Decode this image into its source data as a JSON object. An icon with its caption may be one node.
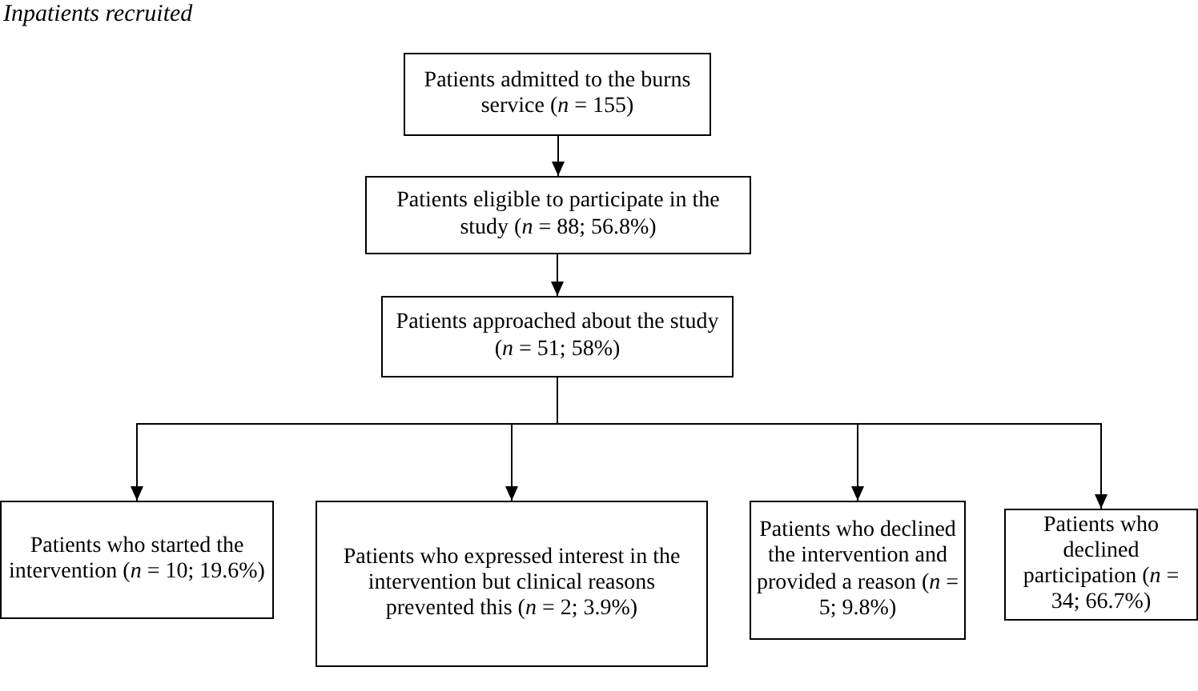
{
  "diagram": {
    "title": "Inpatients recruited",
    "nodes": [
      {
        "text": [
          "Patients admitted to the burns service (*n* = 155)"
        ]
      },
      {
        "text": [
          "Patients eligible to participate in the study (*n* = 88; 56.8%)"
        ]
      },
      {
        "text": [
          "Patients approached about the study (*n* = 51; 58%)"
        ]
      },
      {
        "text": [
          "Patients who started the intervention (*n* = 10; 19.6%)"
        ]
      },
      {
        "text": [
          "Patients who expressed interest in the intervention but clinical reasons prevented this (*n* = 2; 3.9%)"
        ]
      },
      {
        "text": [
          "Patients who declined the intervention and provided a reason (*n* = 5; 9.8%)"
        ]
      },
      {
        "text": [
          "Patients who declined participation (*n* = 34; 66.7%)"
        ]
      }
    ],
    "edges": [
      {
        "from": 0,
        "to": 1,
        "arrow": "to"
      },
      {
        "from": 1,
        "to": 2,
        "arrow": "to"
      },
      {
        "from": 2,
        "to": 3,
        "arrow": "to"
      },
      {
        "from": 2,
        "to": 4,
        "arrow": "to"
      },
      {
        "from": 2,
        "to": 5,
        "arrow": "to"
      },
      {
        "from": 2,
        "to": 6,
        "arrow": "to"
      }
    ]
  }
}
